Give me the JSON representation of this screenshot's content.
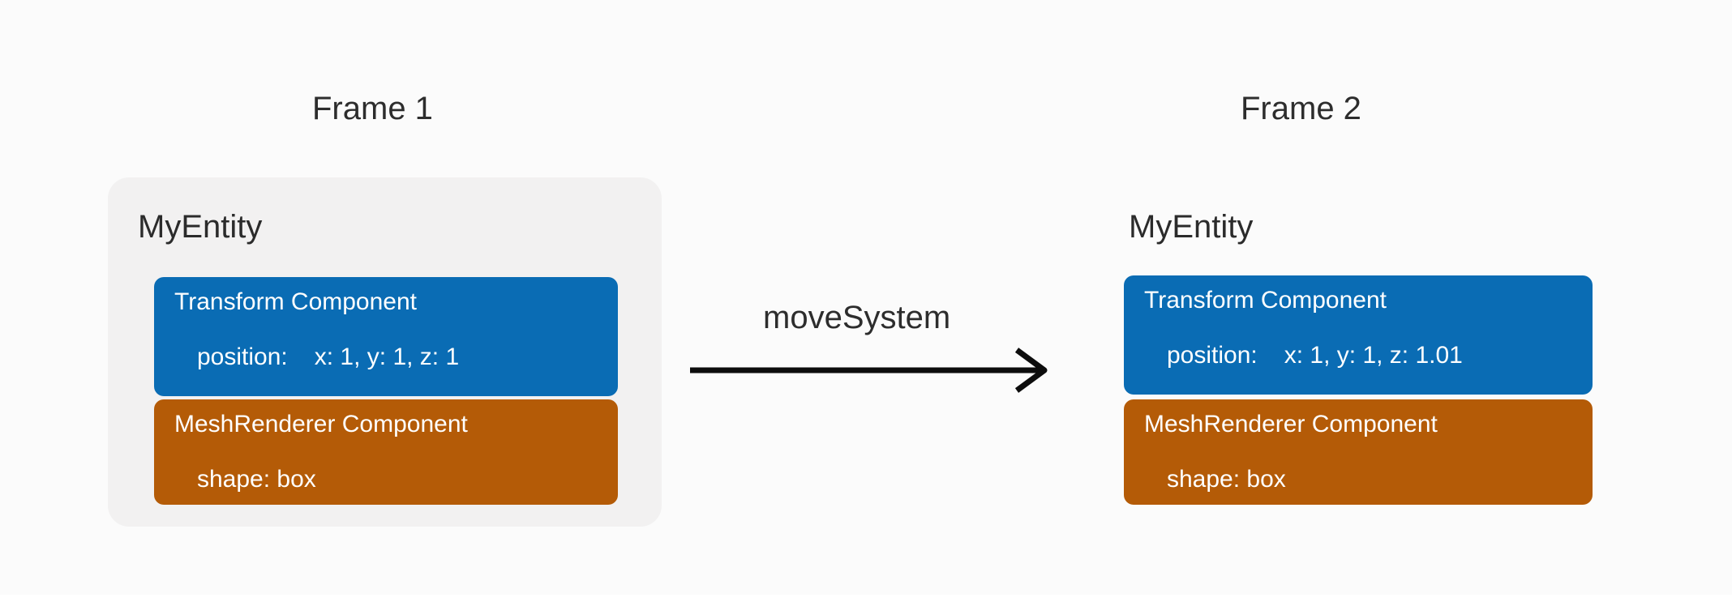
{
  "colors": {
    "page_background": "#fbfbfb",
    "entity_card_background": "#f2f1f1",
    "transform_component_background": "#0a6cb4",
    "meshrenderer_component_background": "#b45b07",
    "component_text": "#ffffff",
    "heading_text": "#2d2d2d",
    "arrow": "#0d0d0d"
  },
  "diagram": {
    "arrow": {
      "label": "moveSystem",
      "direction": "right"
    },
    "frames": [
      {
        "title": "Frame 1",
        "entity": {
          "name": "MyEntity",
          "components": [
            {
              "name": "Transform Component",
              "property_label": "position:",
              "property_value": "x: 1, y: 1, z: 1"
            },
            {
              "name": "MeshRenderer Component",
              "property_text": "shape: box"
            }
          ]
        }
      },
      {
        "title": "Frame 2",
        "entity": {
          "name": "MyEntity",
          "components": [
            {
              "name": "Transform Component",
              "property_label": "position:",
              "property_value": "x: 1, y: 1, z: 1.01"
            },
            {
              "name": "MeshRenderer Component",
              "property_text": "shape: box"
            }
          ]
        }
      }
    ]
  }
}
